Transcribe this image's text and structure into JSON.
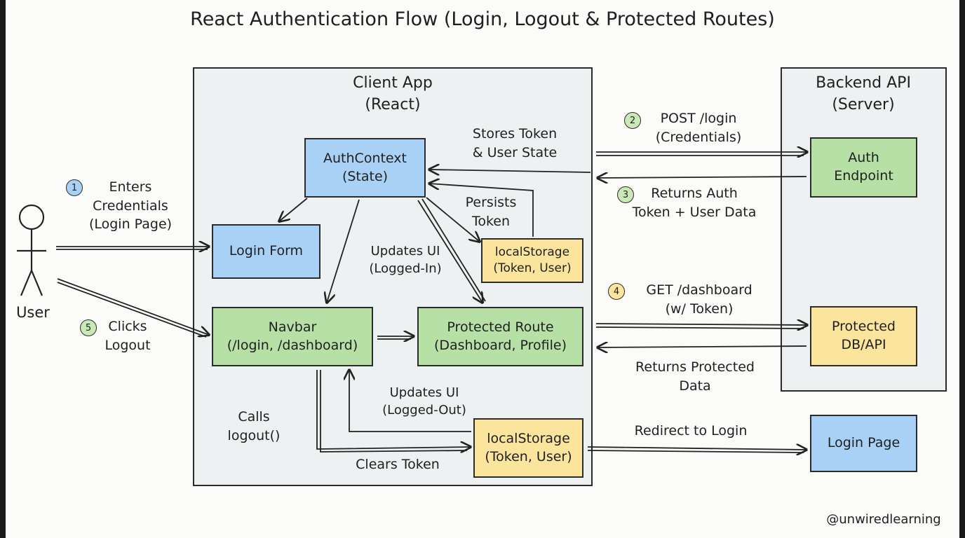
{
  "title": "React Authentication Flow (Login, Logout & Protected Routes)",
  "user": {
    "label": "User"
  },
  "client_app": {
    "title": "Client App\n(React)"
  },
  "backend_api": {
    "title": "Backend API\n(Server)"
  },
  "nodes": {
    "auth_context": "AuthContext\n(State)",
    "login_form": "Login Form",
    "local_storage_top": "localStorage\n(Token, User)",
    "navbar": "Navbar\n(/login, /dashboard)",
    "protected_route": "Protected Route\n(Dashboard, Profile)",
    "local_storage_bottom": "localStorage\n(Token, User)",
    "auth_endpoint": "Auth\nEndpoint",
    "protected_db": "Protected\nDB/API",
    "login_page": "Login Page"
  },
  "steps": {
    "s1": {
      "num": "1",
      "text": "Enters\nCredentials\n(Login Page)"
    },
    "s2": {
      "num": "2",
      "text": "POST /login\n(Credentials)"
    },
    "s3": {
      "num": "3",
      "text": "Returns Auth\nToken + User Data"
    },
    "s4": {
      "num": "4",
      "text": "GET /dashboard\n(w/ Token)"
    },
    "s5": {
      "num": "5",
      "text": "Clicks\nLogout"
    }
  },
  "labels": {
    "stores_token": "Stores Token\n& User State",
    "persists_token": "Persists\nToken",
    "updates_ui_in": "Updates UI\n(Logged-In)",
    "returns_protected": "Returns Protected\nData",
    "updates_ui_out": "Updates UI\n(Logged-Out)",
    "calls_logout": "Calls\nlogout()",
    "clears_token": "Clears Token",
    "redirect_login": "Redirect to Login"
  },
  "watermark": "@unwiredlearning",
  "colors": {
    "blue": "#a9d1f5",
    "green": "#b7e0a6",
    "yellow": "#fbe49c",
    "container": "#edf1f2"
  }
}
